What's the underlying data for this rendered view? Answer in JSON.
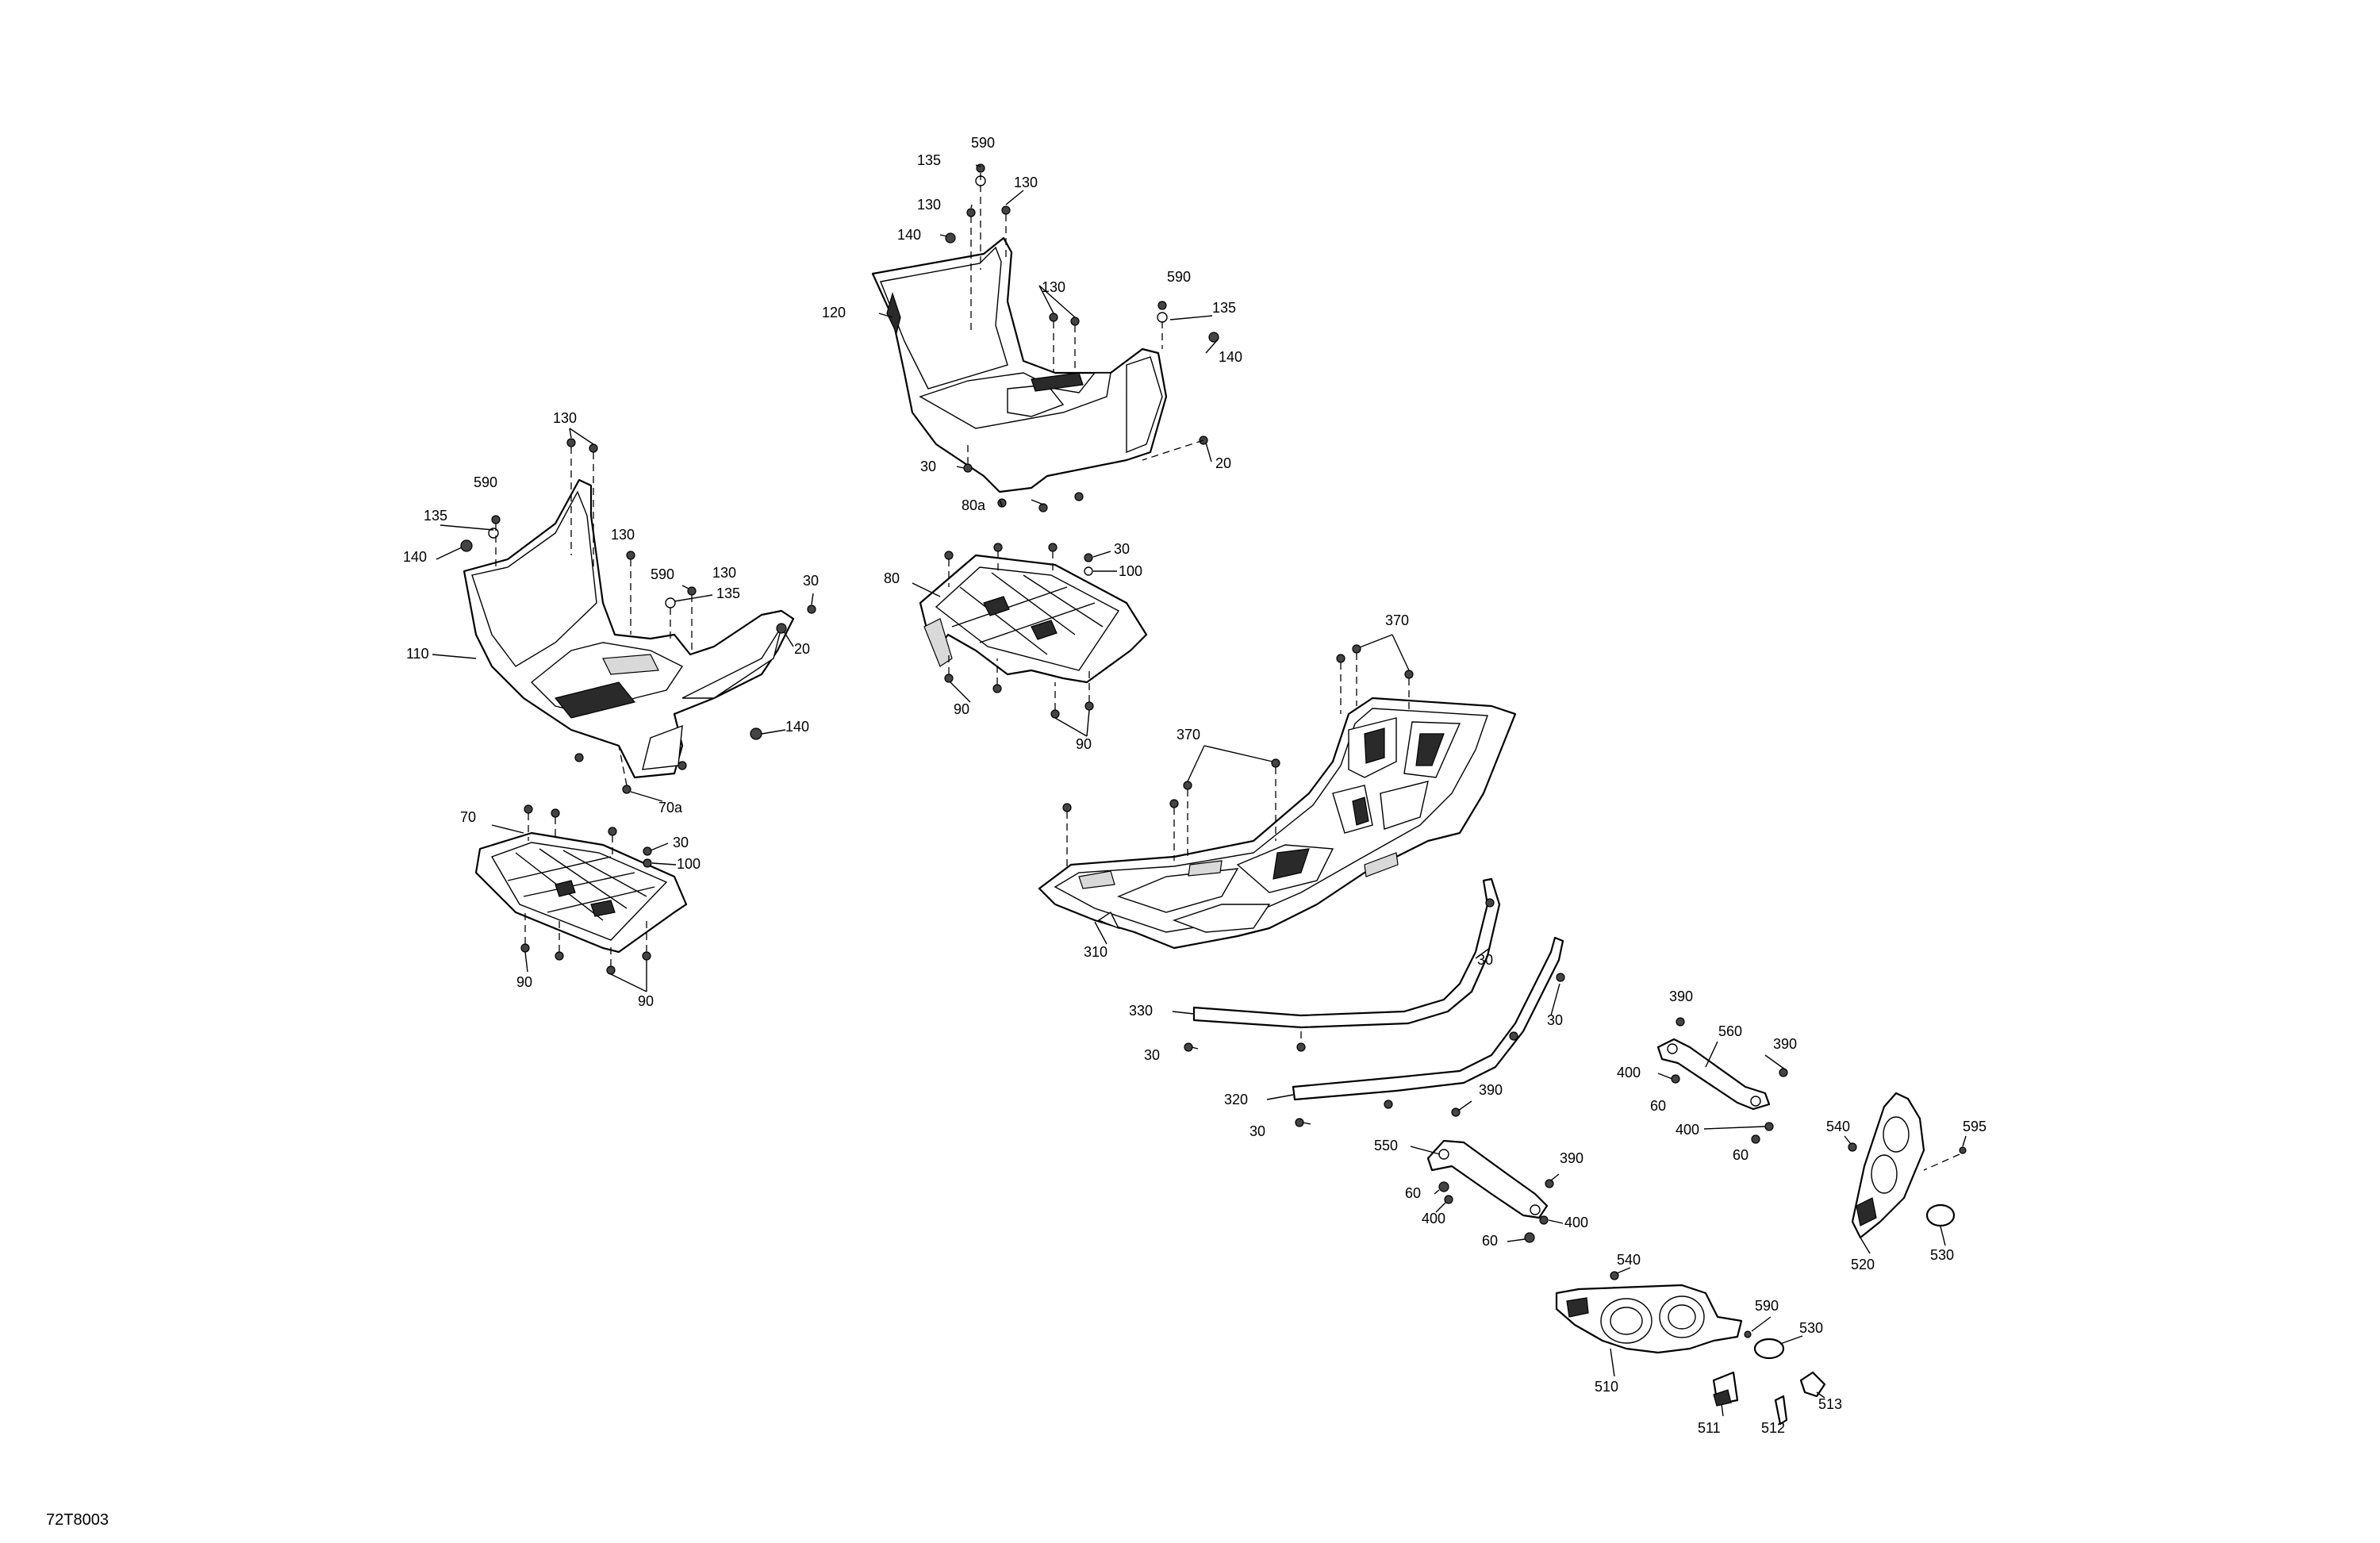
{
  "diagram_code": "72T8003",
  "callouts": {
    "c590_a": "590",
    "c135_a": "135",
    "c130_a": "130",
    "c130_b": "130",
    "c140_a": "140",
    "c120": "120",
    "c130_c": "130",
    "c590_b": "590",
    "c135_b": "135",
    "c140_b": "140",
    "c30_a": "30",
    "c80a": "80a",
    "c20_a": "20",
    "c130_d": "130",
    "c590_c": "590",
    "c135_c": "135",
    "c140_c": "140",
    "c130_e": "130",
    "c590_d": "590",
    "c130_f": "130",
    "c135_d": "135",
    "c30_b": "30",
    "c110": "110",
    "c20_b": "20",
    "c140_d": "140",
    "c70a": "70a",
    "c30_c": "30",
    "c100_a": "100",
    "c80": "80",
    "c90_a": "90",
    "c90_b": "90",
    "c70": "70",
    "c30_d": "30",
    "c100_b": "100",
    "c90_c": "90",
    "c90_d": "90",
    "c370_a": "370",
    "c370_b": "370",
    "c310": "310",
    "c30_e": "30",
    "c30_f": "30",
    "c330": "330",
    "c30_g": "30",
    "c320": "320",
    "c30_h": "30",
    "c390_a": "390",
    "c560": "560",
    "c390_b": "390",
    "c400_a": "400",
    "c60_a": "60",
    "c400_b": "400",
    "c60_b": "60",
    "c390_c": "390",
    "c550": "550",
    "c390_d": "390",
    "c60_c": "60",
    "c400_c": "400",
    "c60_d": "60",
    "c400_d": "400",
    "c540_a": "540",
    "c595": "595",
    "c520": "520",
    "c530_a": "530",
    "c540_b": "540",
    "c590_e": "590",
    "c530_b": "530",
    "c510": "510",
    "c511": "511",
    "c512": "512",
    "c513": "513"
  }
}
